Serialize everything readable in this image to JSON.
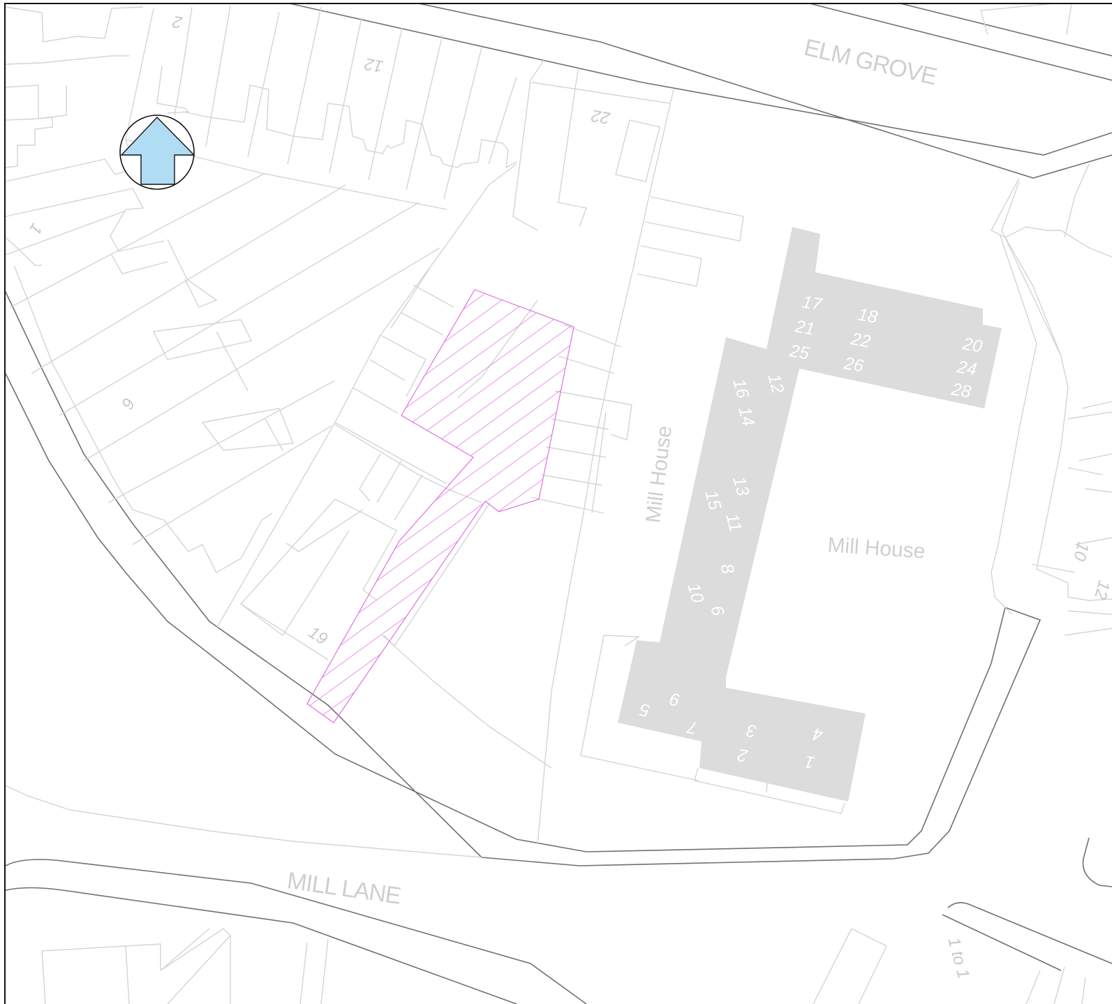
{
  "map": {
    "roads": {
      "elm_grove": "ELM GROVE",
      "mill_lane": "MILL LANE"
    },
    "building_names": {
      "mill_house_vertical": "Mill House",
      "mill_house_courtyard": "Mill House"
    },
    "house_numbers": [
      "2",
      "12",
      "22",
      "1",
      "6",
      "19",
      "10",
      "12",
      "1 to 1"
    ],
    "unit_numbers": {
      "north_wing": [
        "17",
        "21",
        "25",
        "18",
        "22",
        "26",
        "20",
        "24",
        "28"
      ],
      "spine": [
        "16",
        "12",
        "14",
        "13",
        "15",
        "11",
        "8",
        "10",
        "6"
      ],
      "south_wing": [
        "9",
        "5",
        "7",
        "3",
        "2",
        "4",
        "1"
      ]
    },
    "colors": {
      "site_hatch": "#e070e0",
      "north_arrow_fill": "#b0dcf4",
      "building_fill": "#dcdcdc"
    },
    "north_arrow": "north-arrow-icon"
  }
}
